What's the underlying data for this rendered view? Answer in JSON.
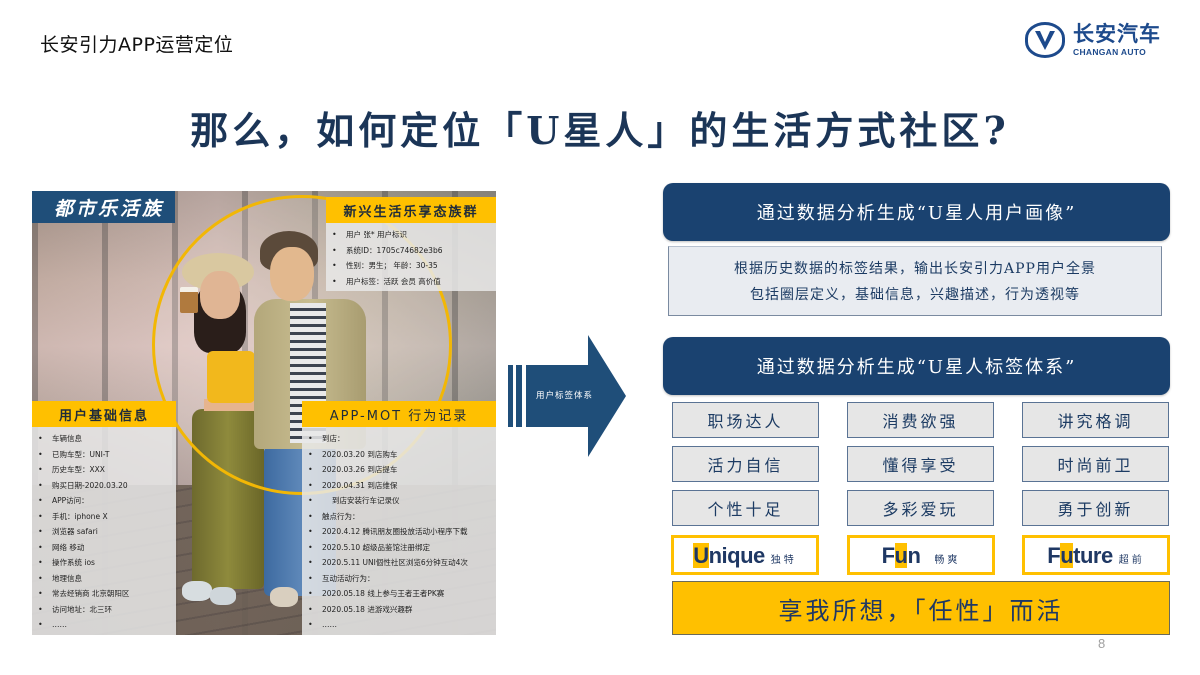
{
  "header": {
    "section_title": "长安引力APP运营定位",
    "logo": {
      "cn": "长安汽车",
      "en": "CHANGAN AUTO",
      "brand_color": "#1d4a8c"
    }
  },
  "title": "那么，如何定位「U星人」的生活方式社区?",
  "persona_panel": {
    "group_tag": "都市乐活族",
    "profile_box": {
      "header": "新兴生活乐享态族群",
      "items": [
        "用户 张*  用户标识",
        "系统ID：1705c74682e3b6",
        "性别：男生；  年龄：30-35",
        "用户标签：活跃 会员 高价值"
      ]
    },
    "basic_info_box": {
      "header": "用户基础信息",
      "items": [
        "车辆信息",
        "已购车型：UNI-T",
        "历史车型：XXX",
        "购买日期-2020.03.20",
        "APP访问：",
        "手机：iphone X",
        "浏览器 safari",
        "网络 移动",
        "操作系统 ios",
        "地理信息",
        "常去经销商 北京朝阳区",
        "访问地址：北三环",
        "……"
      ]
    },
    "behavior_box": {
      "header": "APP-MOT 行为记录",
      "items": [
        "到店：",
        "2020.03.20 到店购车",
        "2020.03.26 到店提车",
        "2020.04.31 到店维保",
        "到店安装行车记录仪",
        "触点行为：",
        "2020.4.12 腾讯朋友圈投放活动小程序下载",
        "2020.5.10 超级品鉴馆注册绑定",
        "2020.5.11 UNI個性社区浏览6分钟互动4次",
        "互动活动行为：",
        "2020.05.18 线上参与王者王者PK赛",
        "2020.05.18 进游戏兴趣群",
        "……"
      ]
    }
  },
  "arrow": {
    "label": "用户标签体系",
    "color": "#1f4e79"
  },
  "portrait_section": {
    "banner": "通过数据分析生成“U星人用户画像”",
    "description": [
      "根据历史数据的标签结果，输出长安引力APP用户全景",
      "包括圈层定义，基础信息，兴趣描述，行为透视等"
    ]
  },
  "tag_section": {
    "banner": "通过数据分析生成“U星人标签体系”",
    "tags": [
      [
        "职场达人",
        "消费欲强",
        "讲究格调"
      ],
      [
        "活力自信",
        "懂得享受",
        "时尚前卫"
      ],
      [
        "个性十足",
        "多彩爱玩",
        "勇于创新"
      ]
    ],
    "values": [
      {
        "highlight": "U",
        "rest": "nique",
        "pre": "",
        "cn": "独特"
      },
      {
        "highlight": "u",
        "rest": "n",
        "pre": "F",
        "cn": "畅爽"
      },
      {
        "highlight": "u",
        "rest": "ture",
        "pre": "F",
        "cn": "超前"
      }
    ],
    "slogan": "享我所想，「任性」而活"
  },
  "colors": {
    "navy": "#1a4270",
    "gold": "#ffc000",
    "tag_bg": "#e6e6e6"
  },
  "page_number": "8"
}
